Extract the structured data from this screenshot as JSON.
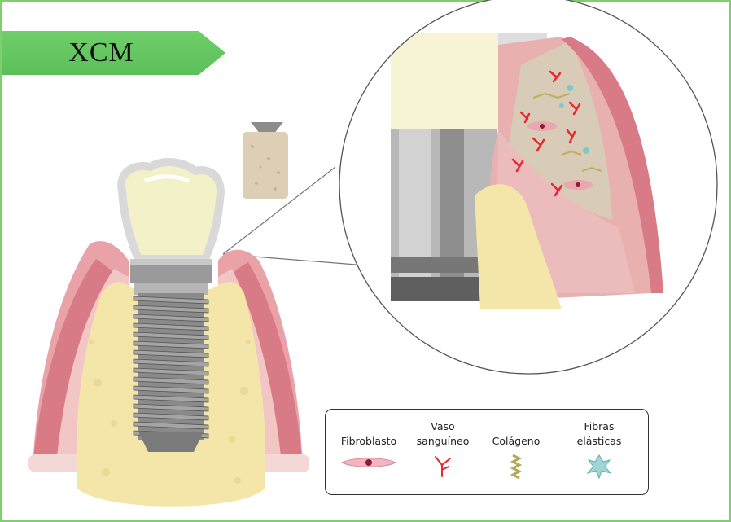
{
  "header": {
    "label": "XCM"
  },
  "legend": {
    "items": [
      {
        "label": "Fibroblasto",
        "icon": "fibroblast-icon"
      },
      {
        "label": "Vaso\nsanguíneo",
        "icon": "blood-vessel-icon"
      },
      {
        "label": "Colágeno",
        "icon": "collagen-icon"
      },
      {
        "label": "Fibras\nelásticas",
        "icon": "elastic-fibers-icon"
      }
    ]
  },
  "colors": {
    "header_green": "#6fcf6a",
    "frame_green": "#7fcf6f",
    "gum_pink": "#f1c6c4",
    "gum_dark": "#d97b86",
    "bone_yellow": "#f3e6a8",
    "vessel_red": "#e8262d",
    "collagen": "#c9c46a",
    "elastic": "#7fc8c8"
  }
}
